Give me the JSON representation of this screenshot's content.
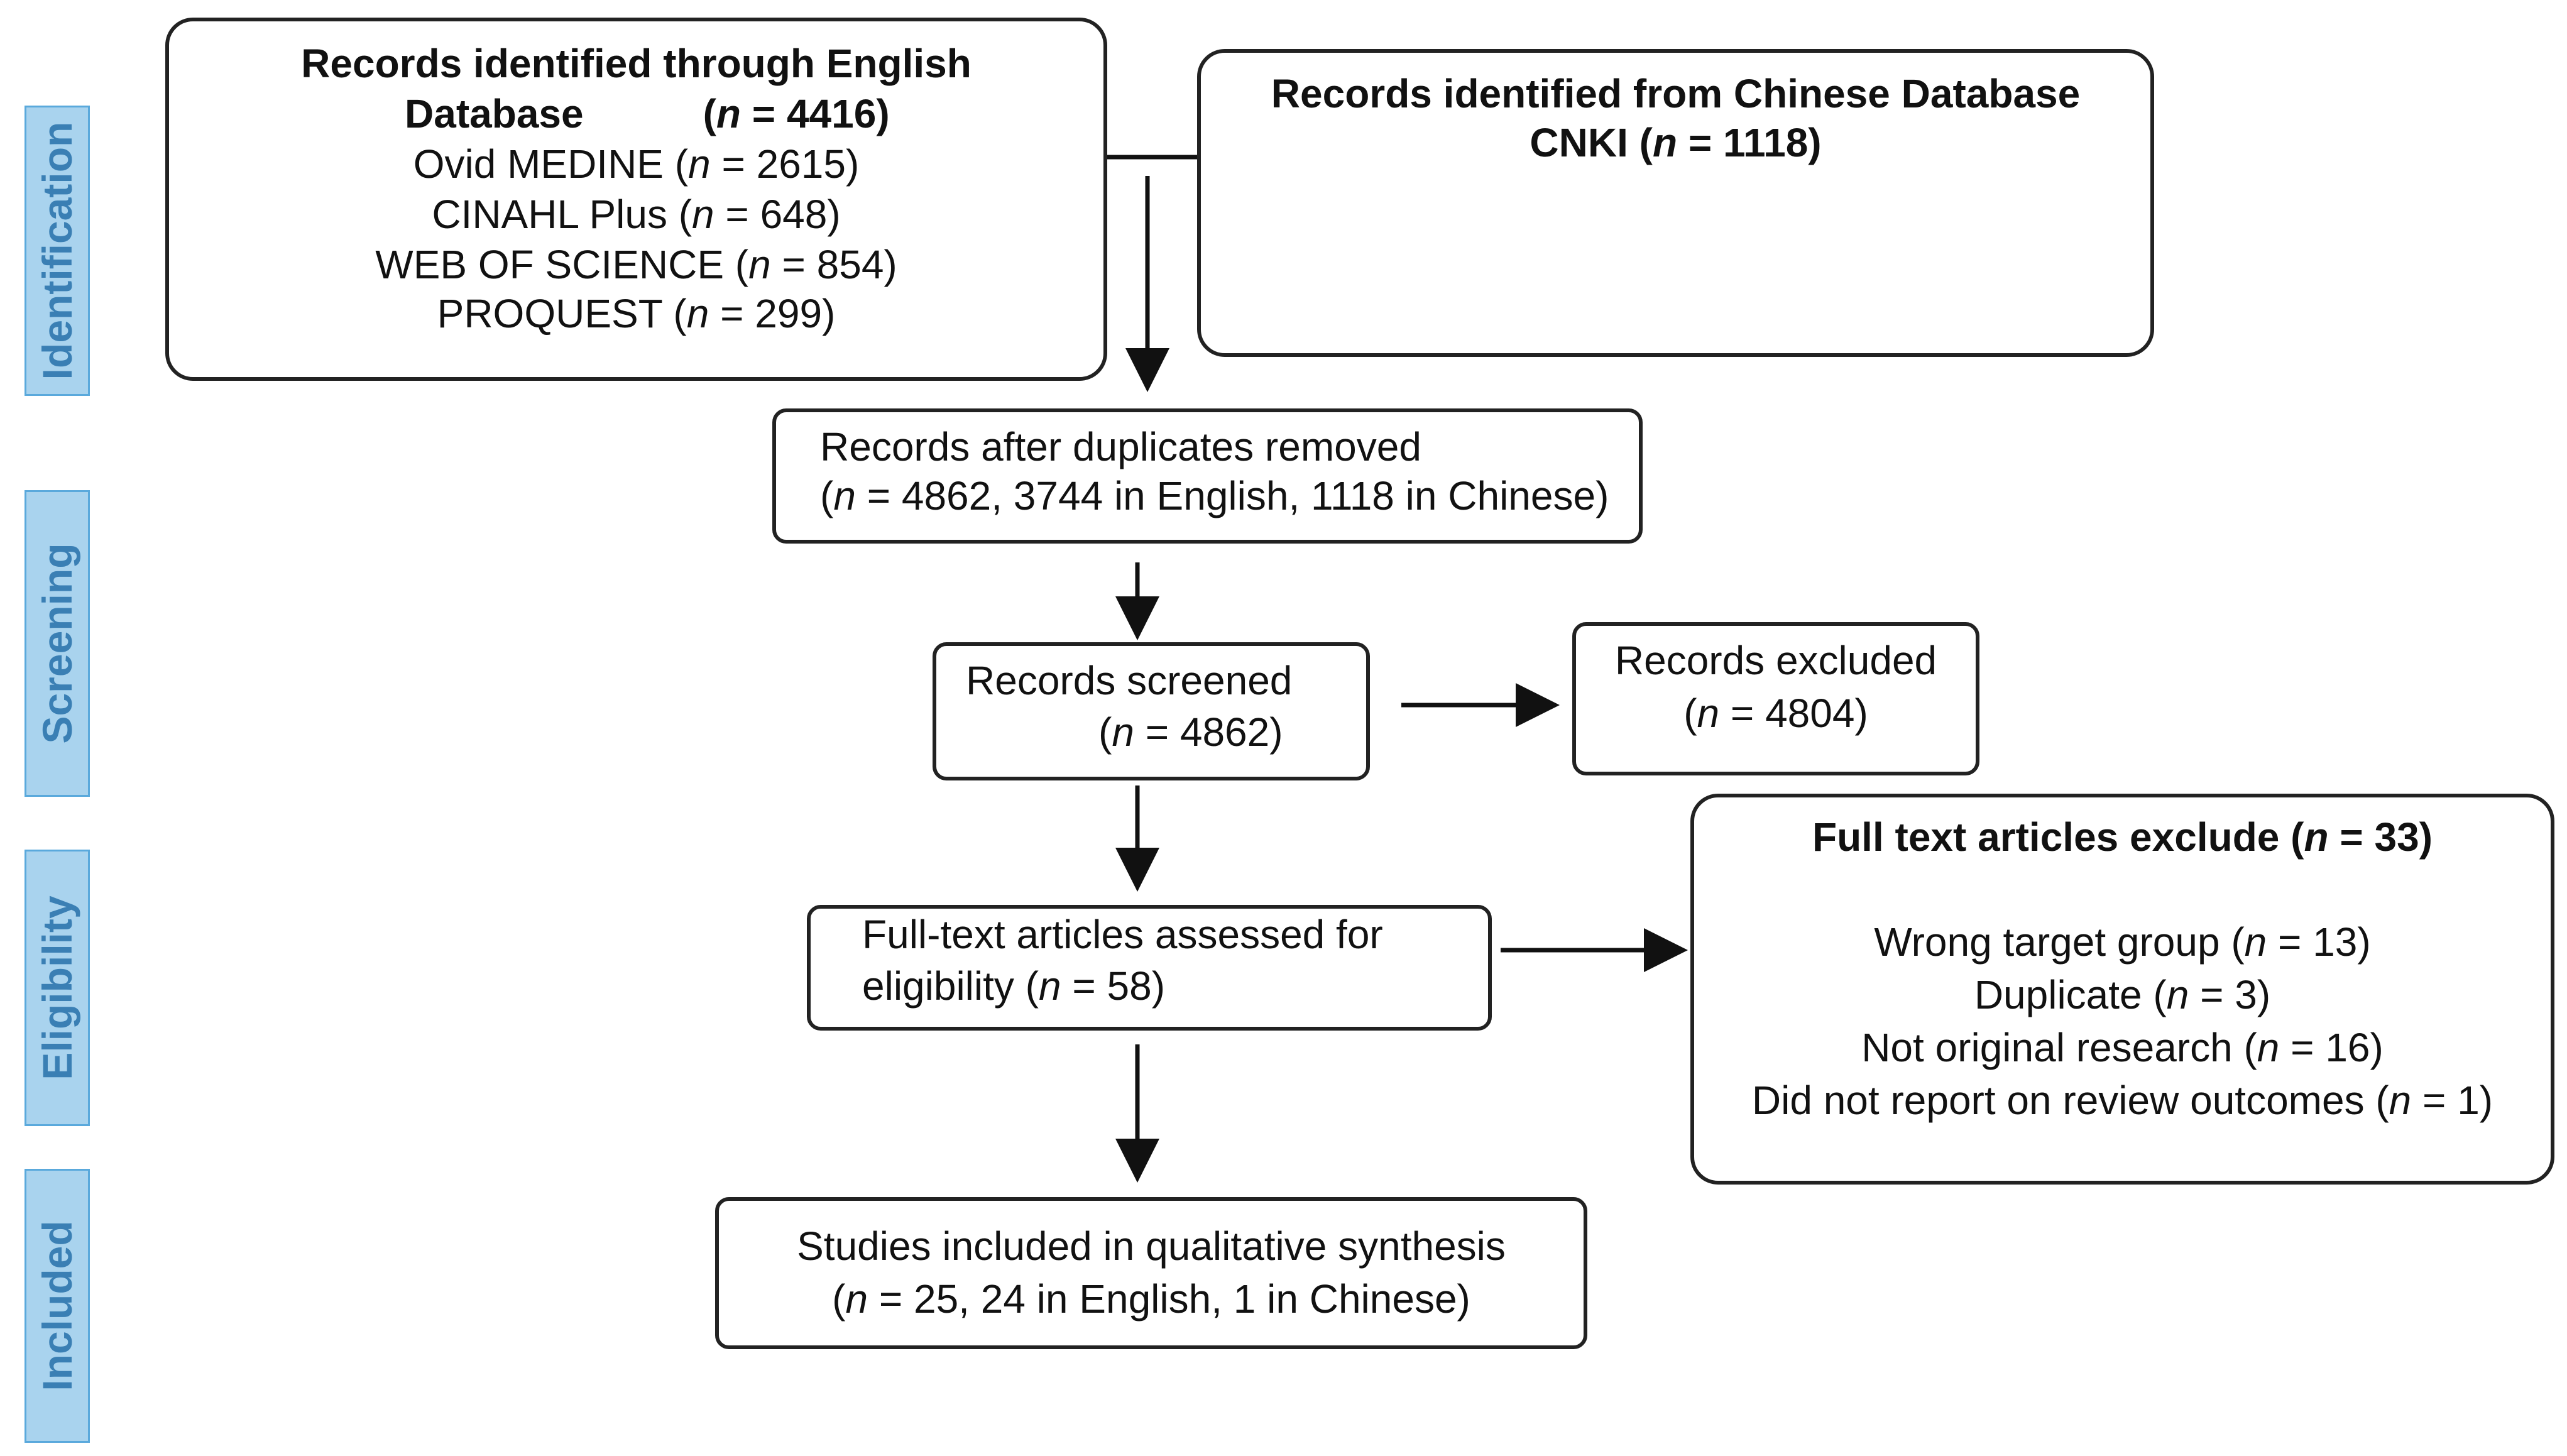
{
  "stages": {
    "identification": "Identification",
    "screening": "Screening",
    "eligibility": "Eligibility",
    "included": "Included"
  },
  "english_box": {
    "line1": "Records identified through  English",
    "line2_label": "Database",
    "line2_count_prefix": "(",
    "n_symbol": "n",
    "line2_count_suffix": " = 4416)",
    "databases": [
      {
        "name": "Ovid MEDINE (",
        "value": " = 2615)"
      },
      {
        "name": "CINAHL Plus (",
        "value": " = 648)"
      },
      {
        "name": "WEB OF SCIENCE  (",
        "value": " = 854)"
      },
      {
        "name": "PROQUEST (",
        "value": " = 299)"
      }
    ]
  },
  "chinese_box": {
    "line1": "Records identified from Chinese Database",
    "line2_prefix": "CNKI (",
    "line2_suffix": " = 1118)"
  },
  "duplicates_box": {
    "line1": "Records after duplicates removed",
    "line2_prefix": "(",
    "line2_suffix": " = 4862,  3744 in English, 1118 in Chinese)"
  },
  "screened_box": {
    "line1": "Records screened",
    "line2_prefix": "(",
    "line2_suffix": " = 4862)"
  },
  "excluded_box": {
    "line1": "Records excluded",
    "line2_prefix": "(",
    "line2_suffix": " = 4804)"
  },
  "fulltext_box": {
    "line1": "Full-text articles assessed for",
    "line2_prefix": "eligibility (",
    "line2_suffix": " = 58)"
  },
  "fulltext_excluded_box": {
    "title_prefix": "Full text articles exclude (",
    "title_suffix": " = 33)",
    "reasons": [
      {
        "prefix": "Wrong target group (",
        "suffix": " = 13)"
      },
      {
        "prefix": "Duplicate (",
        "suffix": " = 3)"
      },
      {
        "prefix": "Not original research (",
        "suffix": " = 16)"
      },
      {
        "prefix": "Did not report on review outcomes (",
        "suffix": " = 1)"
      }
    ]
  },
  "included_box": {
    "line1": "Studies included in qualitative synthesis",
    "line2_prefix": "(",
    "line2_suffix": " = 25, 24 in English, 1 in Chinese)"
  },
  "colors": {
    "stage_fill": "#a9d3ee",
    "stage_border": "#5aa9dc",
    "stage_text": "#3a7fb4",
    "box_border": "#222222"
  }
}
